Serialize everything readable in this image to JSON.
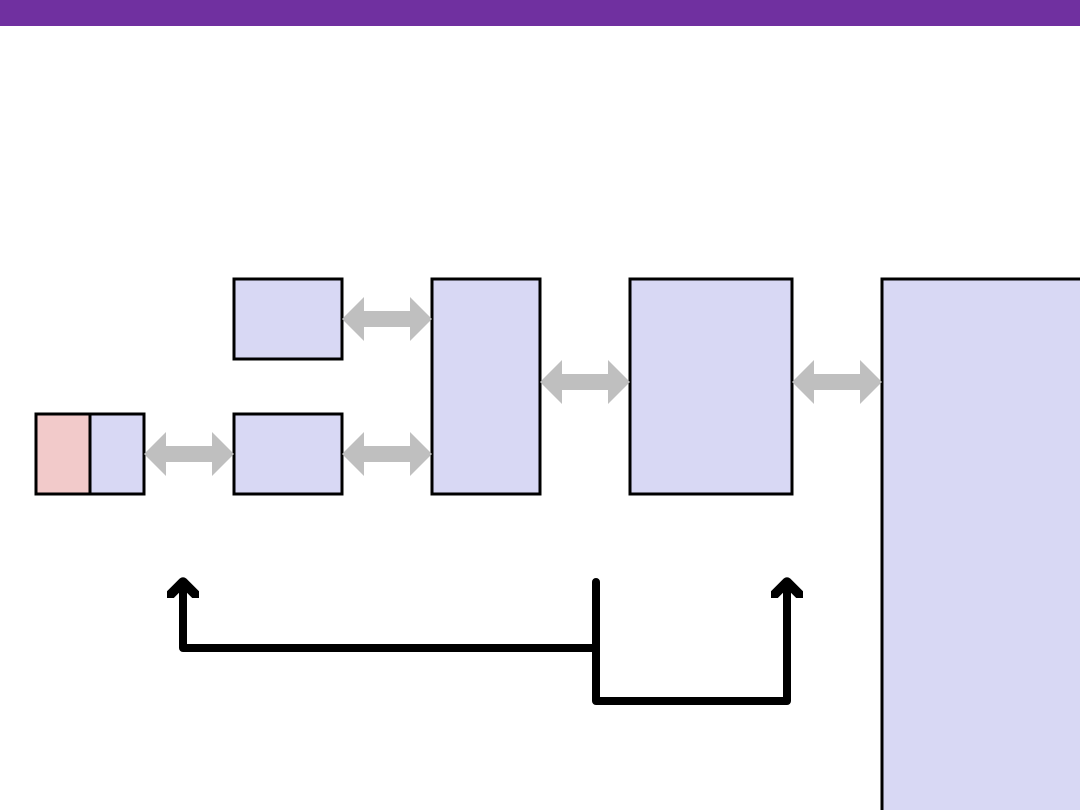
{
  "colors": {
    "title_bar": "#7030A0",
    "block_fill": "#D8D8F4",
    "block_fill_accent": "#F2CACA",
    "block_stroke": "#000000",
    "link_arrow": "#BFBFBF",
    "feedback_arrow": "#000000"
  },
  "diagram": {
    "blocks": [
      "block-small-accent-left",
      "block-small-left",
      "block-upper-mid",
      "block-lower-mid",
      "block-tall-center",
      "block-large-center",
      "block-large-right"
    ],
    "links": [
      "link-small-to-lower-mid",
      "link-upper-mid-to-tall",
      "link-lower-mid-to-tall",
      "link-tall-to-large",
      "link-large-to-right"
    ],
    "feedback_paths": [
      "feedback-path-left",
      "feedback-path-right"
    ]
  }
}
